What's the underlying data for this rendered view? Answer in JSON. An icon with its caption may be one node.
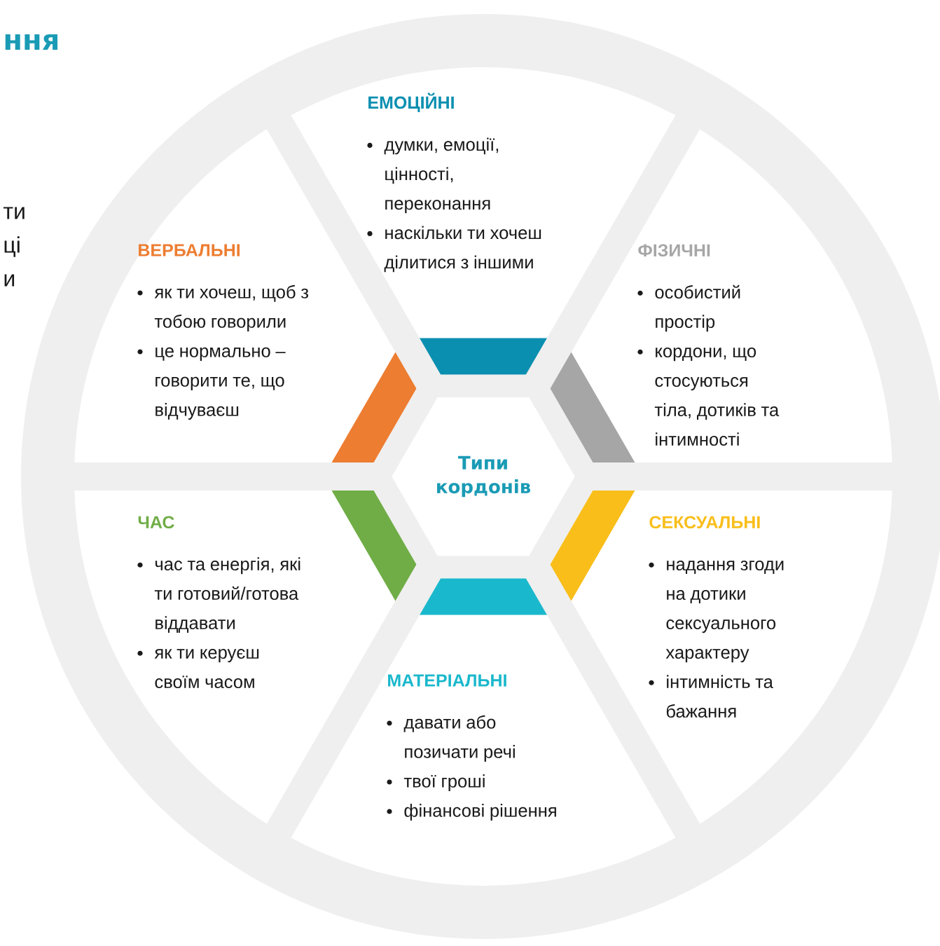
{
  "diagram": {
    "nodes": [
      {
        "text": [
          "Типи кордонів"
        ]
      },
      {
        "text": [
          "ЕМОЦІЙНІ",
          "думки, емоції, цінності, переконання",
          "наскільки ти хочеш ділитися з іншими"
        ]
      },
      {
        "text": [
          "ФІЗИЧНІ",
          "особистий простір",
          "кордони, що стосуються тіла, дотиків та інтимності"
        ]
      },
      {
        "text": [
          "СЕКСУАЛЬНІ",
          "надання згоди на дотики сексуального характеру",
          "інтимність та бажання"
        ]
      },
      {
        "text": [
          "МАТЕРІАЛЬНІ",
          "давати або позичати речі",
          "твої гроші",
          "фінансові рішення"
        ]
      },
      {
        "text": [
          "ЧАС",
          "час та енергія, які ти готовий/готова віддавати",
          "як ти керуєш своїм часом"
        ]
      },
      {
        "text": [
          "ВЕРБАЛЬНІ",
          "як ти хочеш, щоб з тобою говорили",
          "це нормально – говорити те, що відчуваєш"
        ]
      }
    ],
    "labels": [
      "ння",
      "ти",
      "ці",
      "и"
    ]
  }
}
